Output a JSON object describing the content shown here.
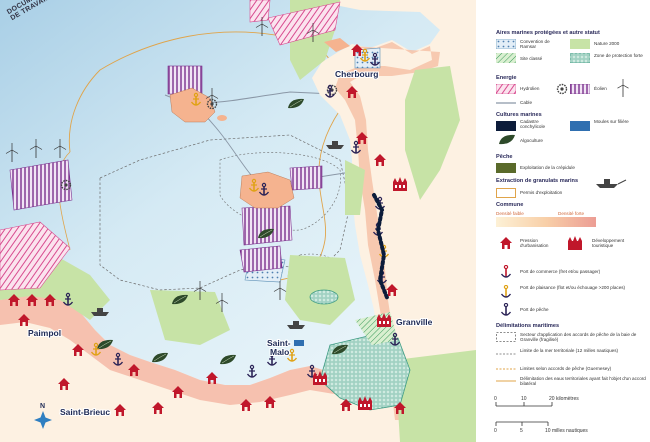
{
  "map": {
    "label_document": "DOCUMENT",
    "label_travail": "DE TRAVAIL",
    "cities": {
      "cherbourg": "Cherbourg",
      "granville": "Granville",
      "paimpol": "Paimpol",
      "saint_malo": "Saint-\nMalo",
      "saint_brieuc": "Saint-Brieuc"
    },
    "north": "N",
    "colors": {
      "sea_deep": "#b8d6ea",
      "sea_light": "#e3f1f8",
      "land": "#fdf1e2",
      "natura": "#c7e3a6",
      "density_low": "#fbe6c8",
      "density_high": "#f1a39a",
      "icon_red": "#c0172b",
      "anchor": "#2c2457",
      "anchor_yellow": "#f3c21a",
      "hydrolien": "#d84b8f",
      "eolien": "#7a2f8c",
      "cadastre": "#0c1c3a",
      "algue": "#2e4a2a",
      "ramsar": "#5b8fb5",
      "permit": "#e0a44a",
      "limit_dashed": "#6b6b6b"
    }
  },
  "legend": {
    "sections": {
      "aires": "Aires marines protégées et autre statut",
      "energie": "Energie",
      "cultures": "Cultures marines",
      "peche": "Pêche",
      "extraction": "Extraction de granulats marins",
      "commune": "Commune",
      "delimitations": "Délimitations maritimes"
    },
    "items": {
      "ramsar": "Convention de Ramsar",
      "natura": "Nature 2000",
      "site_classe": "Site classé",
      "protection_forte": "Zone de protection forte",
      "hydrolien": "Hydrolien",
      "eolien": "Éolien",
      "cable": "Cable",
      "cadastre": "Cadastre conchylicole",
      "moules": "Moules sur filière",
      "algoculture": "Algoculture",
      "crepidule": "Exploitation de la crépidule",
      "permis": "Permis d'exploitation",
      "densite_faible": "Densité faible",
      "densite_forte": "Densité forte",
      "pression": "Pression d'urbanisation",
      "tourisme": "Développement touristique",
      "port_commerce": "Port de commerce (fret et/ou passager)",
      "port_plaisance": "Port de plaisance (flot et/ou échouage >200 places)",
      "port_peche": "Port de pêche",
      "secteur_accords": "Secteur d'application des accords de pêche de la baie de Granville (fragilisé)",
      "limite_12": "Limite de la mer territoriale (12 milles nautiques)",
      "limite_guernesey": "Limites selon accords de pêche (Guernesey)",
      "delimitation_eaux": "Délimitation des eaux territoriales ayant fait l'objet d'un accord bilatéral"
    },
    "scale": {
      "km_ticks": [
        "0",
        "10",
        "20 kilomètres"
      ],
      "nm_ticks": [
        "0",
        "5",
        "10 milles nautiques"
      ]
    }
  }
}
